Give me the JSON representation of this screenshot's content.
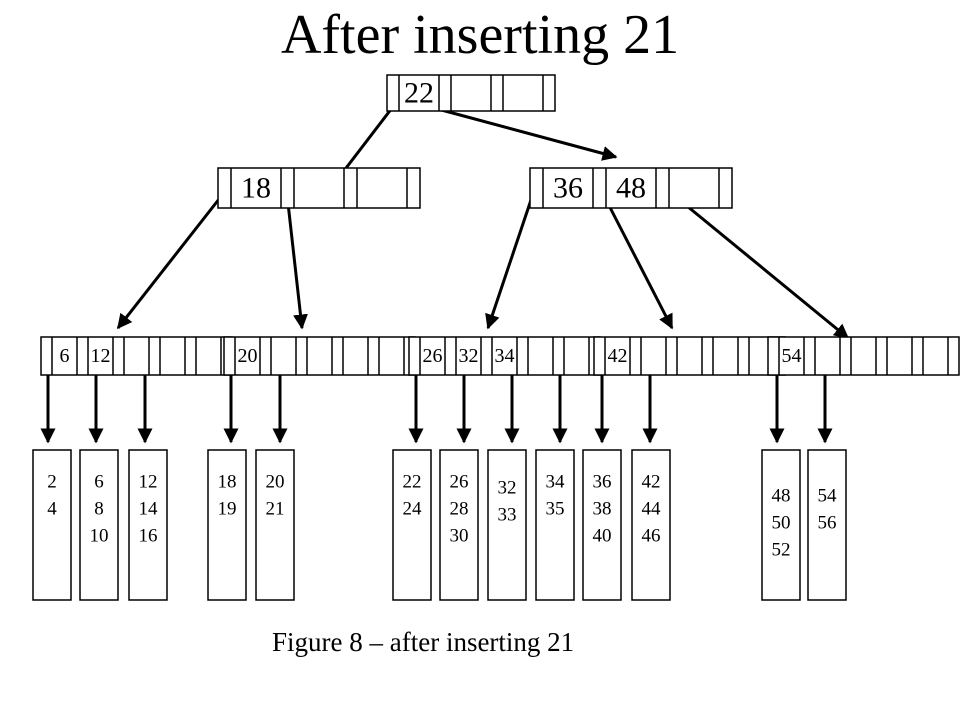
{
  "title": "After inserting 21",
  "caption": "Figure 8 – after inserting 21",
  "root": {
    "keys": [
      "22"
    ]
  },
  "internal": [
    {
      "keys": [
        "18"
      ]
    },
    {
      "keys": [
        "36",
        "48"
      ]
    }
  ],
  "leaves": [
    {
      "keys": [
        "6",
        "12"
      ]
    },
    {
      "keys": [
        "20"
      ]
    },
    {
      "keys": [
        "26",
        "32",
        "34"
      ]
    },
    {
      "keys": [
        "42"
      ]
    },
    {
      "keys": [
        "54"
      ]
    }
  ],
  "buckets": [
    {
      "values": [
        "2",
        "4"
      ]
    },
    {
      "values": [
        "6",
        "8",
        "10"
      ]
    },
    {
      "values": [
        "12",
        "14",
        "16"
      ]
    },
    {
      "values": [
        "18",
        "19"
      ]
    },
    {
      "values": [
        "20",
        "21"
      ]
    },
    {
      "values": [
        "22",
        "24"
      ]
    },
    {
      "values": [
        "26",
        "28",
        "30"
      ]
    },
    {
      "values": [
        "32",
        "33"
      ]
    },
    {
      "values": [
        "34",
        "35"
      ]
    },
    {
      "values": [
        "36",
        "38",
        "40"
      ]
    },
    {
      "values": [
        "42",
        "44",
        "46"
      ]
    },
    {
      "values": [
        "48",
        "50",
        "52"
      ]
    },
    {
      "values": [
        "54",
        "56"
      ]
    }
  ]
}
